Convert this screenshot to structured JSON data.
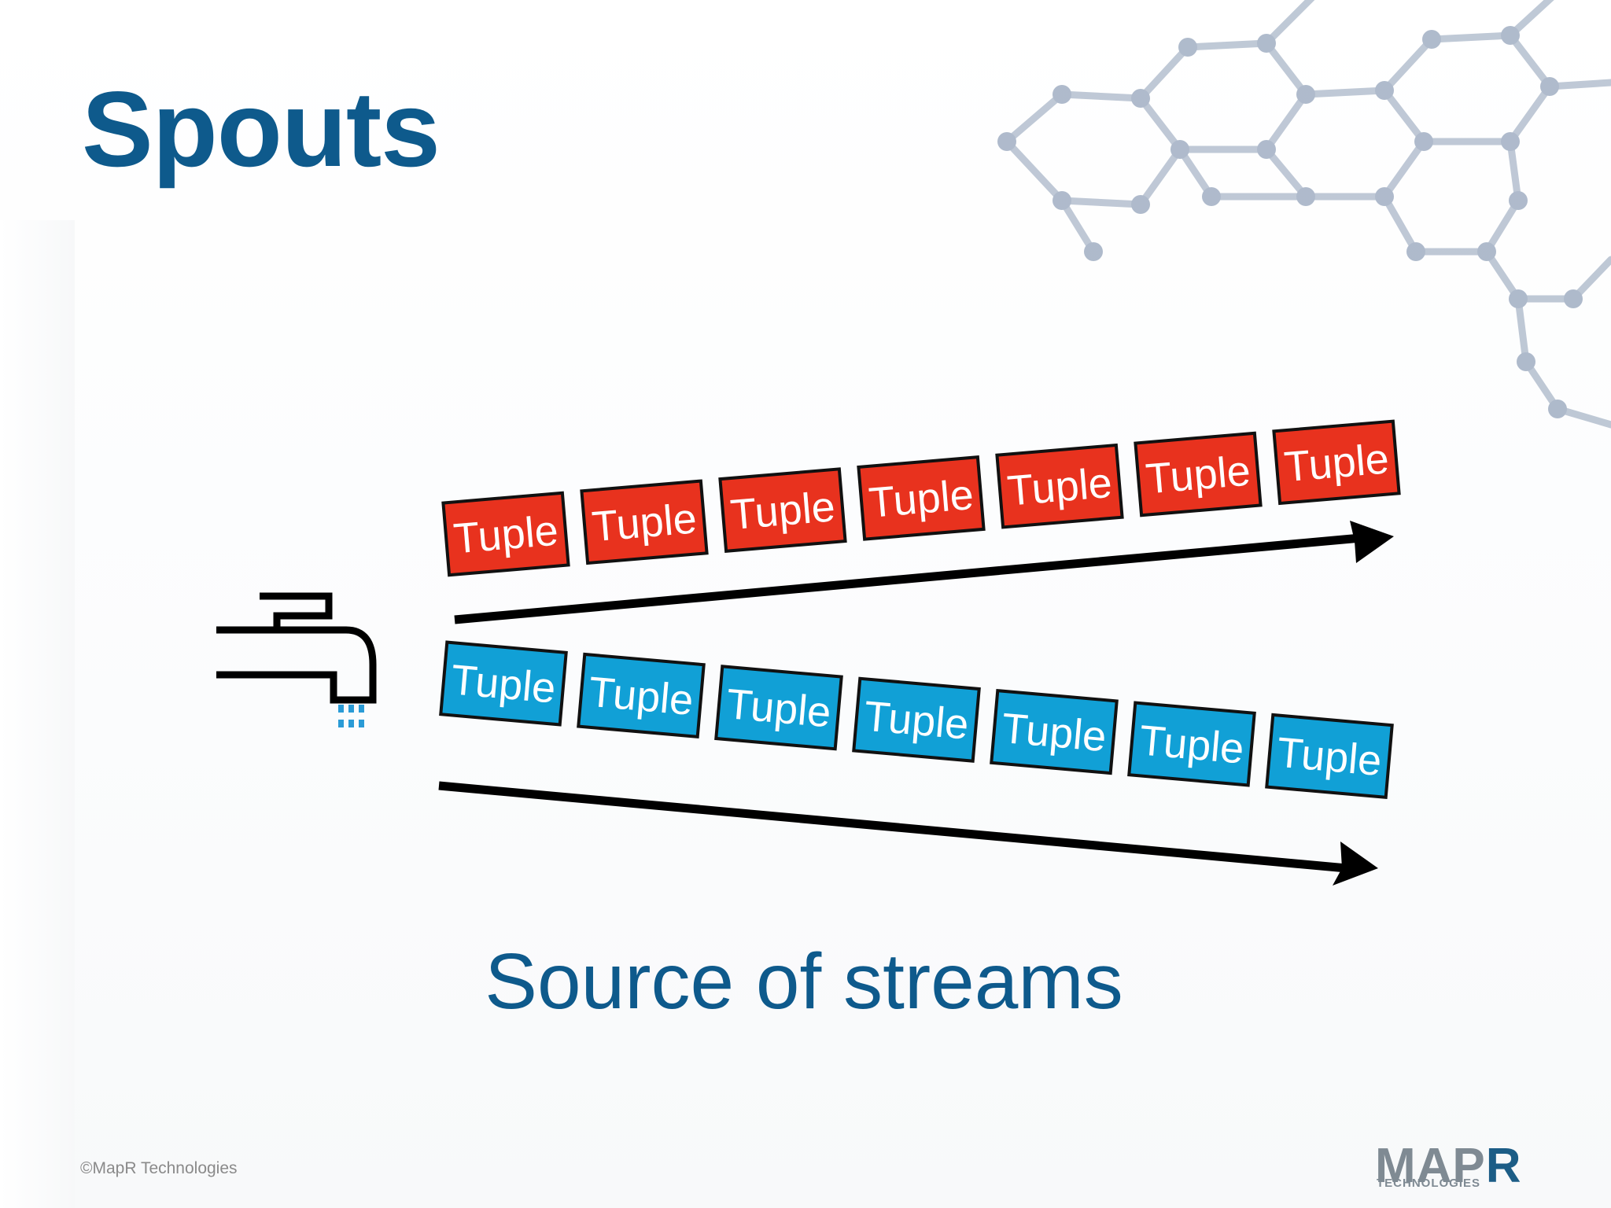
{
  "slide": {
    "title": "Spouts",
    "subtitle": "Source of streams",
    "copyright": "©MapR Technologies"
  },
  "logo": {
    "main": "MAP",
    "accent": "R",
    "tagline": "TECHNOLOGIES"
  },
  "streams": [
    {
      "name": "red-stream",
      "color": "#e8321e",
      "tuples": [
        "Tuple",
        "Tuple",
        "Tuple",
        "Tuple",
        "Tuple",
        "Tuple",
        "Tuple"
      ]
    },
    {
      "name": "blue-stream",
      "color": "#11a0d6",
      "tuples": [
        "Tuple",
        "Tuple",
        "Tuple",
        "Tuple",
        "Tuple",
        "Tuple",
        "Tuple"
      ]
    }
  ],
  "colors": {
    "title": "#0e5a8c",
    "subtitle": "#0e5a8c",
    "tuple_red": "#e8321e",
    "tuple_blue": "#11a0d6",
    "arrow": "#000000",
    "water": "#2a9bd6"
  },
  "icons": [
    "faucet-icon",
    "molecule-decoration",
    "arrow-icon"
  ]
}
